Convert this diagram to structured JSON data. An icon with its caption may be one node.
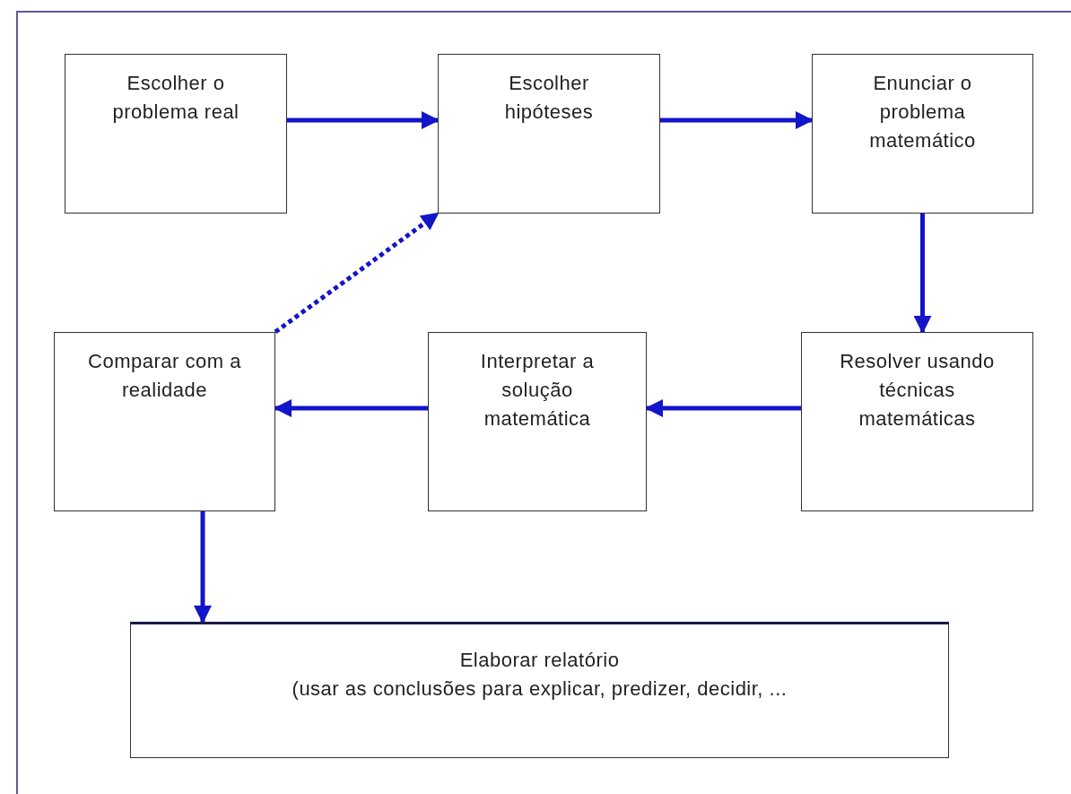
{
  "diagram": {
    "nodes": [
      {
        "text": [
          "Escolher o problema real"
        ]
      },
      {
        "text": [
          "Escolher hipóteses"
        ]
      },
      {
        "text": [
          "Enunciar o problema matemático"
        ]
      },
      {
        "text": [
          "Resolver usando técnicas matemáticas"
        ]
      },
      {
        "text": [
          "Interpretar a solução matemática"
        ]
      },
      {
        "text": [
          "Comparar com a realidade"
        ]
      },
      {
        "text": [
          "Elaborar relatório",
          "(usar as conclusões para explicar, predizer, decidir, ..."
        ]
      }
    ],
    "edges": [
      {
        "from": 0,
        "to": 1,
        "arrow": "to"
      },
      {
        "from": 1,
        "to": 2,
        "arrow": "to"
      },
      {
        "from": 2,
        "to": 3,
        "arrow": "to"
      },
      {
        "from": 3,
        "to": 4,
        "arrow": "to"
      },
      {
        "from": 4,
        "to": 5,
        "arrow": "to"
      },
      {
        "from": 5,
        "to": 1,
        "arrow": "to",
        "style": "dashed"
      },
      {
        "from": 5,
        "to": 6,
        "arrow": "to"
      }
    ]
  }
}
